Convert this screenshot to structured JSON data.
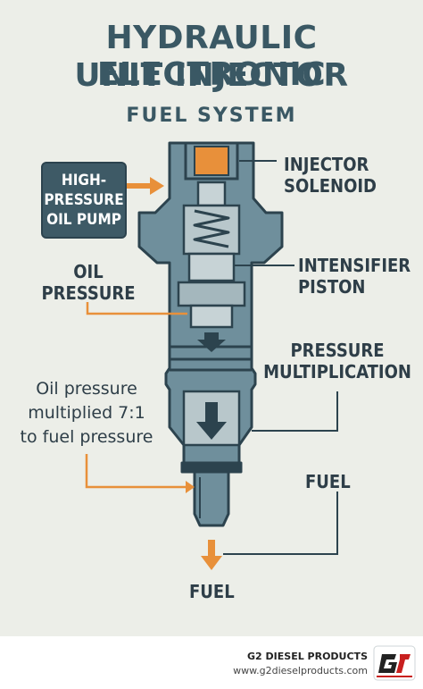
{
  "title": {
    "line1": "HYDRAULIC ELECTRONIC",
    "line2": "UNIT INJECTOR",
    "subtitle": "FUEL SYSTEM"
  },
  "labels": {
    "injector_solenoid": [
      "INJECTOR",
      "SOLENOID"
    ],
    "intensifier_piston": [
      "INTENSIFIER",
      "PISTON"
    ],
    "pressure_multiplication": [
      "PRESSURE",
      "MULTIPLICATION"
    ],
    "oil_pressure": [
      "OIL",
      "PRESSURE"
    ],
    "pump": [
      "HIGH-",
      "PRESSURE",
      "OIL PUMP"
    ],
    "fuel_right": "FUEL",
    "fuel_bottom": "FUEL"
  },
  "note": [
    "Oil pressure",
    "multiplied 7:1",
    "to fuel pressure"
  ],
  "footer": {
    "brand": "G2 DIESEL PRODUCTS",
    "url": "www.g2dieselproducts.com",
    "logo_text": "G2"
  },
  "colors": {
    "background": "#eceee8",
    "title": "#3a5864",
    "injector_body": "#6f8f9c",
    "injector_dark": "#2c434e",
    "solenoid": "#e8903a",
    "arrow_orange": "#e8903a"
  }
}
